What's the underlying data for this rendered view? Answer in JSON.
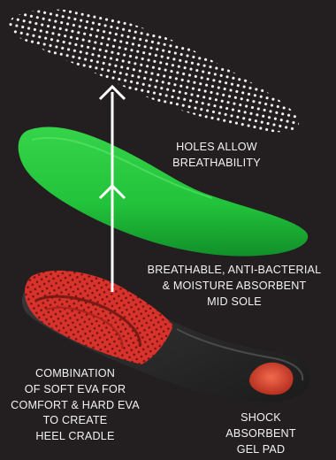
{
  "labels": {
    "top_layer": "HOLES ALLOW\nBREATHABILITY",
    "mid_layer": "BREATHABLE, ANTI-BACTERIAL\n& MOISTURE ABSORBENT\nMID SOLE",
    "base_layer": "COMBINATION\nOF SOFT EVA FOR\nCOMFORT & HARD EVA\nTO CREATE\nHEEL CRADLE",
    "gel_pad": "SHOCK\nABSORBENT\nGEL PAD"
  },
  "colors": {
    "background": "#231f20",
    "text": "#f2f2f2",
    "arrow": "#ffffff",
    "mesh_dots": "#ffffff",
    "mid_sole": "#22c23a",
    "base_red": "#d8322c",
    "base_black": "#2b2b2b",
    "gel_pad": "#d9452e"
  },
  "icons": [
    "up-arrow-icon"
  ]
}
